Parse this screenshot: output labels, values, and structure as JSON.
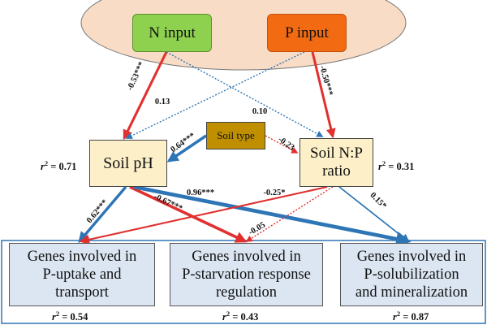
{
  "nodes": {
    "n_input": "N input",
    "p_input": "P input",
    "soil_ph": "Soil pH",
    "soil_np_line1": "Soil N:P",
    "soil_np_line2": "ratio",
    "soil_type": "Soil type",
    "genes_uptake_line1": "Genes involved in",
    "genes_uptake_line2": "P-uptake and",
    "genes_uptake_line3": "transport",
    "genes_starvation_line1": "Genes involved in",
    "genes_starvation_line2": "P-starvation response",
    "genes_starvation_line3": "regulation",
    "genes_solubilization_line1": "Genes involved in",
    "genes_solubilization_line2": "P-solubilization",
    "genes_solubilization_line3": "and mineralization"
  },
  "r_squared": {
    "symbol": "r",
    "exponent": "2",
    "soil_ph": "= 0.71",
    "soil_np": "= 0.31",
    "genes_uptake": "= 0.54",
    "genes_starvation": "= 0.43",
    "genes_solubilization": "= 0.87"
  },
  "edges": [
    {
      "id": "n-to-ph",
      "label": "-0.53***",
      "color": "#e0302f",
      "style": "solid",
      "strength": 0.53
    },
    {
      "id": "n-to-np",
      "label": "0.10",
      "color": "#2e75b6",
      "style": "dotted",
      "strength": 0.1
    },
    {
      "id": "p-to-ph",
      "label": "0.13",
      "color": "#2e75b6",
      "style": "dotted",
      "strength": 0.13
    },
    {
      "id": "p-to-np",
      "label": "-0.50***",
      "color": "#e0302f",
      "style": "solid",
      "strength": 0.5
    },
    {
      "id": "type-to-ph",
      "label": "0.64***",
      "color": "#2e75b6",
      "style": "solid",
      "strength": 0.64
    },
    {
      "id": "type-to-np",
      "label": "-0.23",
      "color": "#e0302f",
      "style": "dotted",
      "strength": 0.23
    },
    {
      "id": "ph-to-uptake",
      "label": "0.62***",
      "color": "#2e75b6",
      "style": "solid",
      "strength": 0.62
    },
    {
      "id": "ph-to-starvation",
      "label": "-0.67***",
      "color": "#e0302f",
      "style": "solid",
      "strength": 0.67
    },
    {
      "id": "ph-to-solubilization",
      "label": "0.96***",
      "color": "#2e75b6",
      "style": "solid",
      "strength": 0.96
    },
    {
      "id": "np-to-uptake",
      "label": "-0.25*",
      "color": "#e0302f",
      "style": "solid",
      "strength": 0.25
    },
    {
      "id": "np-to-starvation",
      "label": "-0.05",
      "color": "#e0302f",
      "style": "dotted",
      "strength": 0.05
    },
    {
      "id": "np-to-solubilization",
      "label": "0.15*",
      "color": "#2e75b6",
      "style": "solid",
      "strength": 0.15
    }
  ],
  "colors": {
    "ellipse_fill": "#f8dcc6",
    "n_input_fill": "#8ed14f",
    "p_input_fill": "#f26b12",
    "soil_fill": "#fdf0c9",
    "soil_type_fill": "#bf8f00",
    "genes_fill": "#dbe6f2",
    "genes_frame": "#2e75b6",
    "positive": "#2e75b6",
    "negative": "#e0302f"
  }
}
